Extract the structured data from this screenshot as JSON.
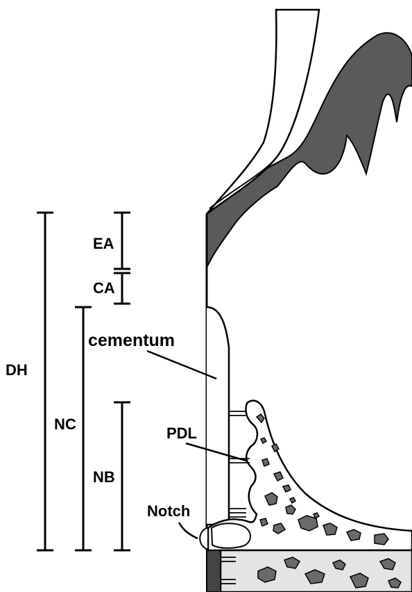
{
  "labels": {
    "dh": "DH",
    "nc": "NC",
    "nb": "NB",
    "ea": "EA",
    "ca": "CA",
    "cementum": "cementum",
    "pdl": "PDL",
    "notch": "Notch"
  },
  "colors": {
    "gingiva": "#5a5a5a",
    "bone_spots": "#6a6a6a",
    "lower_bone_fill": "#e4e4e4",
    "root_band": "#444444",
    "line": "#000000"
  }
}
